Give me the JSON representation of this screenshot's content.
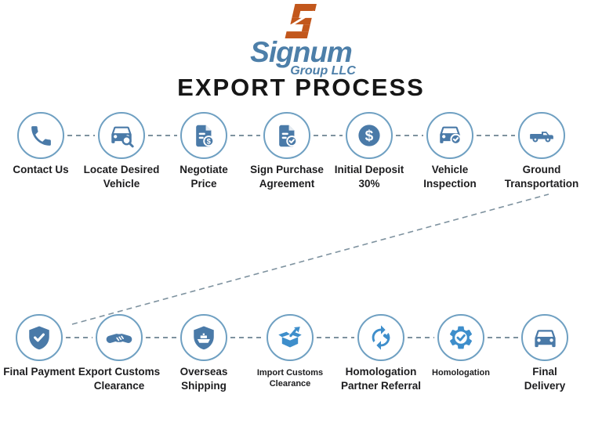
{
  "logo": {
    "brand": "Signum",
    "sub": "Group LLC"
  },
  "title": "EXPORT PROCESS",
  "process": {
    "top_row": [
      {
        "label": "Contact Us",
        "icon": "phone-icon"
      },
      {
        "label": "Locate Desired\nVehicle",
        "icon": "car-search-icon"
      },
      {
        "label": "Negotiate\nPrice",
        "icon": "document-dollar-icon"
      },
      {
        "label": "Sign Purchase\nAgreement",
        "icon": "document-check-icon"
      },
      {
        "label": "Initial Deposit\n30%",
        "icon": "dollar-circle-icon"
      },
      {
        "label": "Vehicle\nInspection",
        "icon": "car-check-icon"
      },
      {
        "label": "Ground\nTransportation",
        "icon": "pickup-truck-icon"
      }
    ],
    "bottom_row": [
      {
        "label": "Final Payment",
        "icon": "shield-check-icon"
      },
      {
        "label": "Export Customs\nClearance",
        "icon": "handshake-icon"
      },
      {
        "label": "Overseas\nShipping",
        "icon": "ship-shield-icon"
      },
      {
        "label": "Import Customs\nClearance",
        "icon": "open-box-arrow-icon",
        "small": true,
        "accent": "bright"
      },
      {
        "label": "Homologation\nPartner Referral",
        "icon": "circular-arrows-icon",
        "accent": "bright"
      },
      {
        "label": "Homologation",
        "icon": "gear-check-icon",
        "small": true,
        "accent": "bright"
      },
      {
        "label": "Final\nDelivery",
        "icon": "car-icon"
      }
    ]
  },
  "colors": {
    "logo_orange": "#c2571c",
    "logo_blue": "#4d7fa9",
    "icon_steel_blue": "#4a7aa8",
    "icon_bright_blue": "#3e8ecb",
    "circle_border": "#6fa0c2",
    "connector_gray": "#7e929f",
    "title_black": "#161616"
  }
}
